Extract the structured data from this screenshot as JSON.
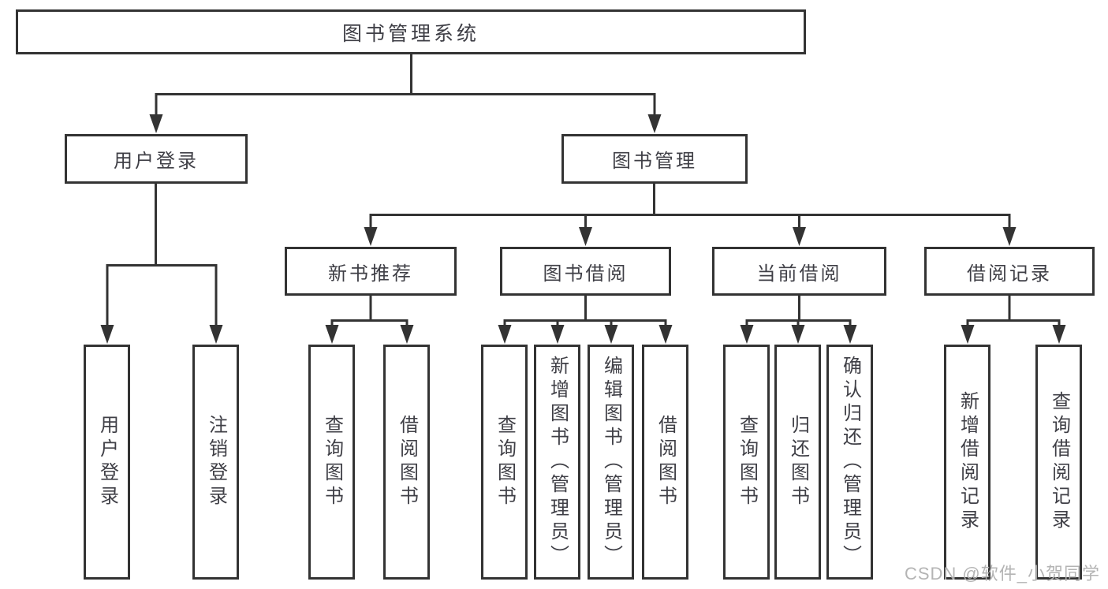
{
  "page": {
    "background": "#ffffff"
  },
  "palette": {
    "line": "#333333",
    "box_border": "#333333",
    "box_fill": "#ffffff",
    "text": "#3f3f46",
    "watermark": "#b0b0b0"
  },
  "watermark": {
    "text": "CSDN @软件_小贺同学"
  },
  "nodes": {
    "root": {
      "label": "图书管理系统"
    },
    "level2": [
      {
        "label": "用户登录",
        "parent": "图书管理系统"
      },
      {
        "label": "图书管理",
        "parent": "图书管理系统"
      }
    ],
    "level3": [
      {
        "label": "新书推荐",
        "parent": "图书管理"
      },
      {
        "label": "图书借阅",
        "parent": "图书管理"
      },
      {
        "label": "当前借阅",
        "parent": "图书管理"
      },
      {
        "label": "借阅记录",
        "parent": "图书管理"
      }
    ],
    "leaves": [
      {
        "label": "用户登录",
        "parent": "用户登录"
      },
      {
        "label": "注销登录",
        "parent": "用户登录"
      },
      {
        "label": "查询图书",
        "parent": "新书推荐"
      },
      {
        "label": "借阅图书",
        "parent": "新书推荐"
      },
      {
        "label": "查询图书",
        "parent": "图书借阅"
      },
      {
        "label": "新增图书（管理员）",
        "parent": "图书借阅"
      },
      {
        "label": "编辑图书（管理员）",
        "parent": "图书借阅"
      },
      {
        "label": "借阅图书",
        "parent": "图书借阅"
      },
      {
        "label": "查询图书",
        "parent": "当前借阅"
      },
      {
        "label": "归还图书",
        "parent": "当前借阅"
      },
      {
        "label": "确认归还（管理员）",
        "parent": "当前借阅"
      },
      {
        "label": "新增借阅记录",
        "parent": "借阅记录"
      },
      {
        "label": "查询借阅记录",
        "parent": "借阅记录"
      }
    ]
  }
}
